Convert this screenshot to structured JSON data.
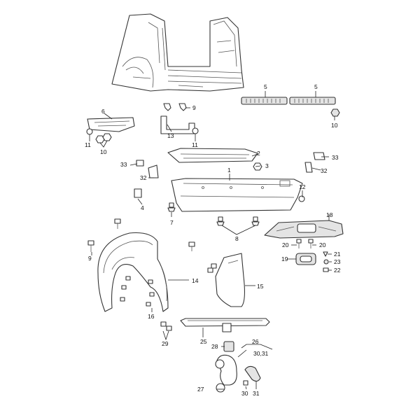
{
  "callouts": {
    "n1": "1",
    "n2": "2",
    "n3": "3",
    "n4": "4",
    "n5a": "5",
    "n5b": "5",
    "n6": "6",
    "n7": "7",
    "n8": "8",
    "n9a": "9",
    "n9b": "9",
    "n10a": "10",
    "n10b": "10",
    "n11a": "11",
    "n11b": "11",
    "n12": "12",
    "n13": "13",
    "n14": "14",
    "n15": "15",
    "n16": "16",
    "n18": "18",
    "n19": "19",
    "n20a": "20",
    "n20b": "20",
    "n21": "21",
    "n22": "22",
    "n23": "23",
    "n25": "25",
    "n26": "26",
    "n27": "27",
    "n28": "28",
    "n29": "29",
    "n30": "30",
    "n3031": "30,31",
    "n31": "31",
    "n32a": "32",
    "n32b": "32",
    "n33a": "33",
    "n33b": "33"
  },
  "colors": {
    "line": "#333333",
    "fill": "#ffffff",
    "shade": "#e4e4e4"
  }
}
